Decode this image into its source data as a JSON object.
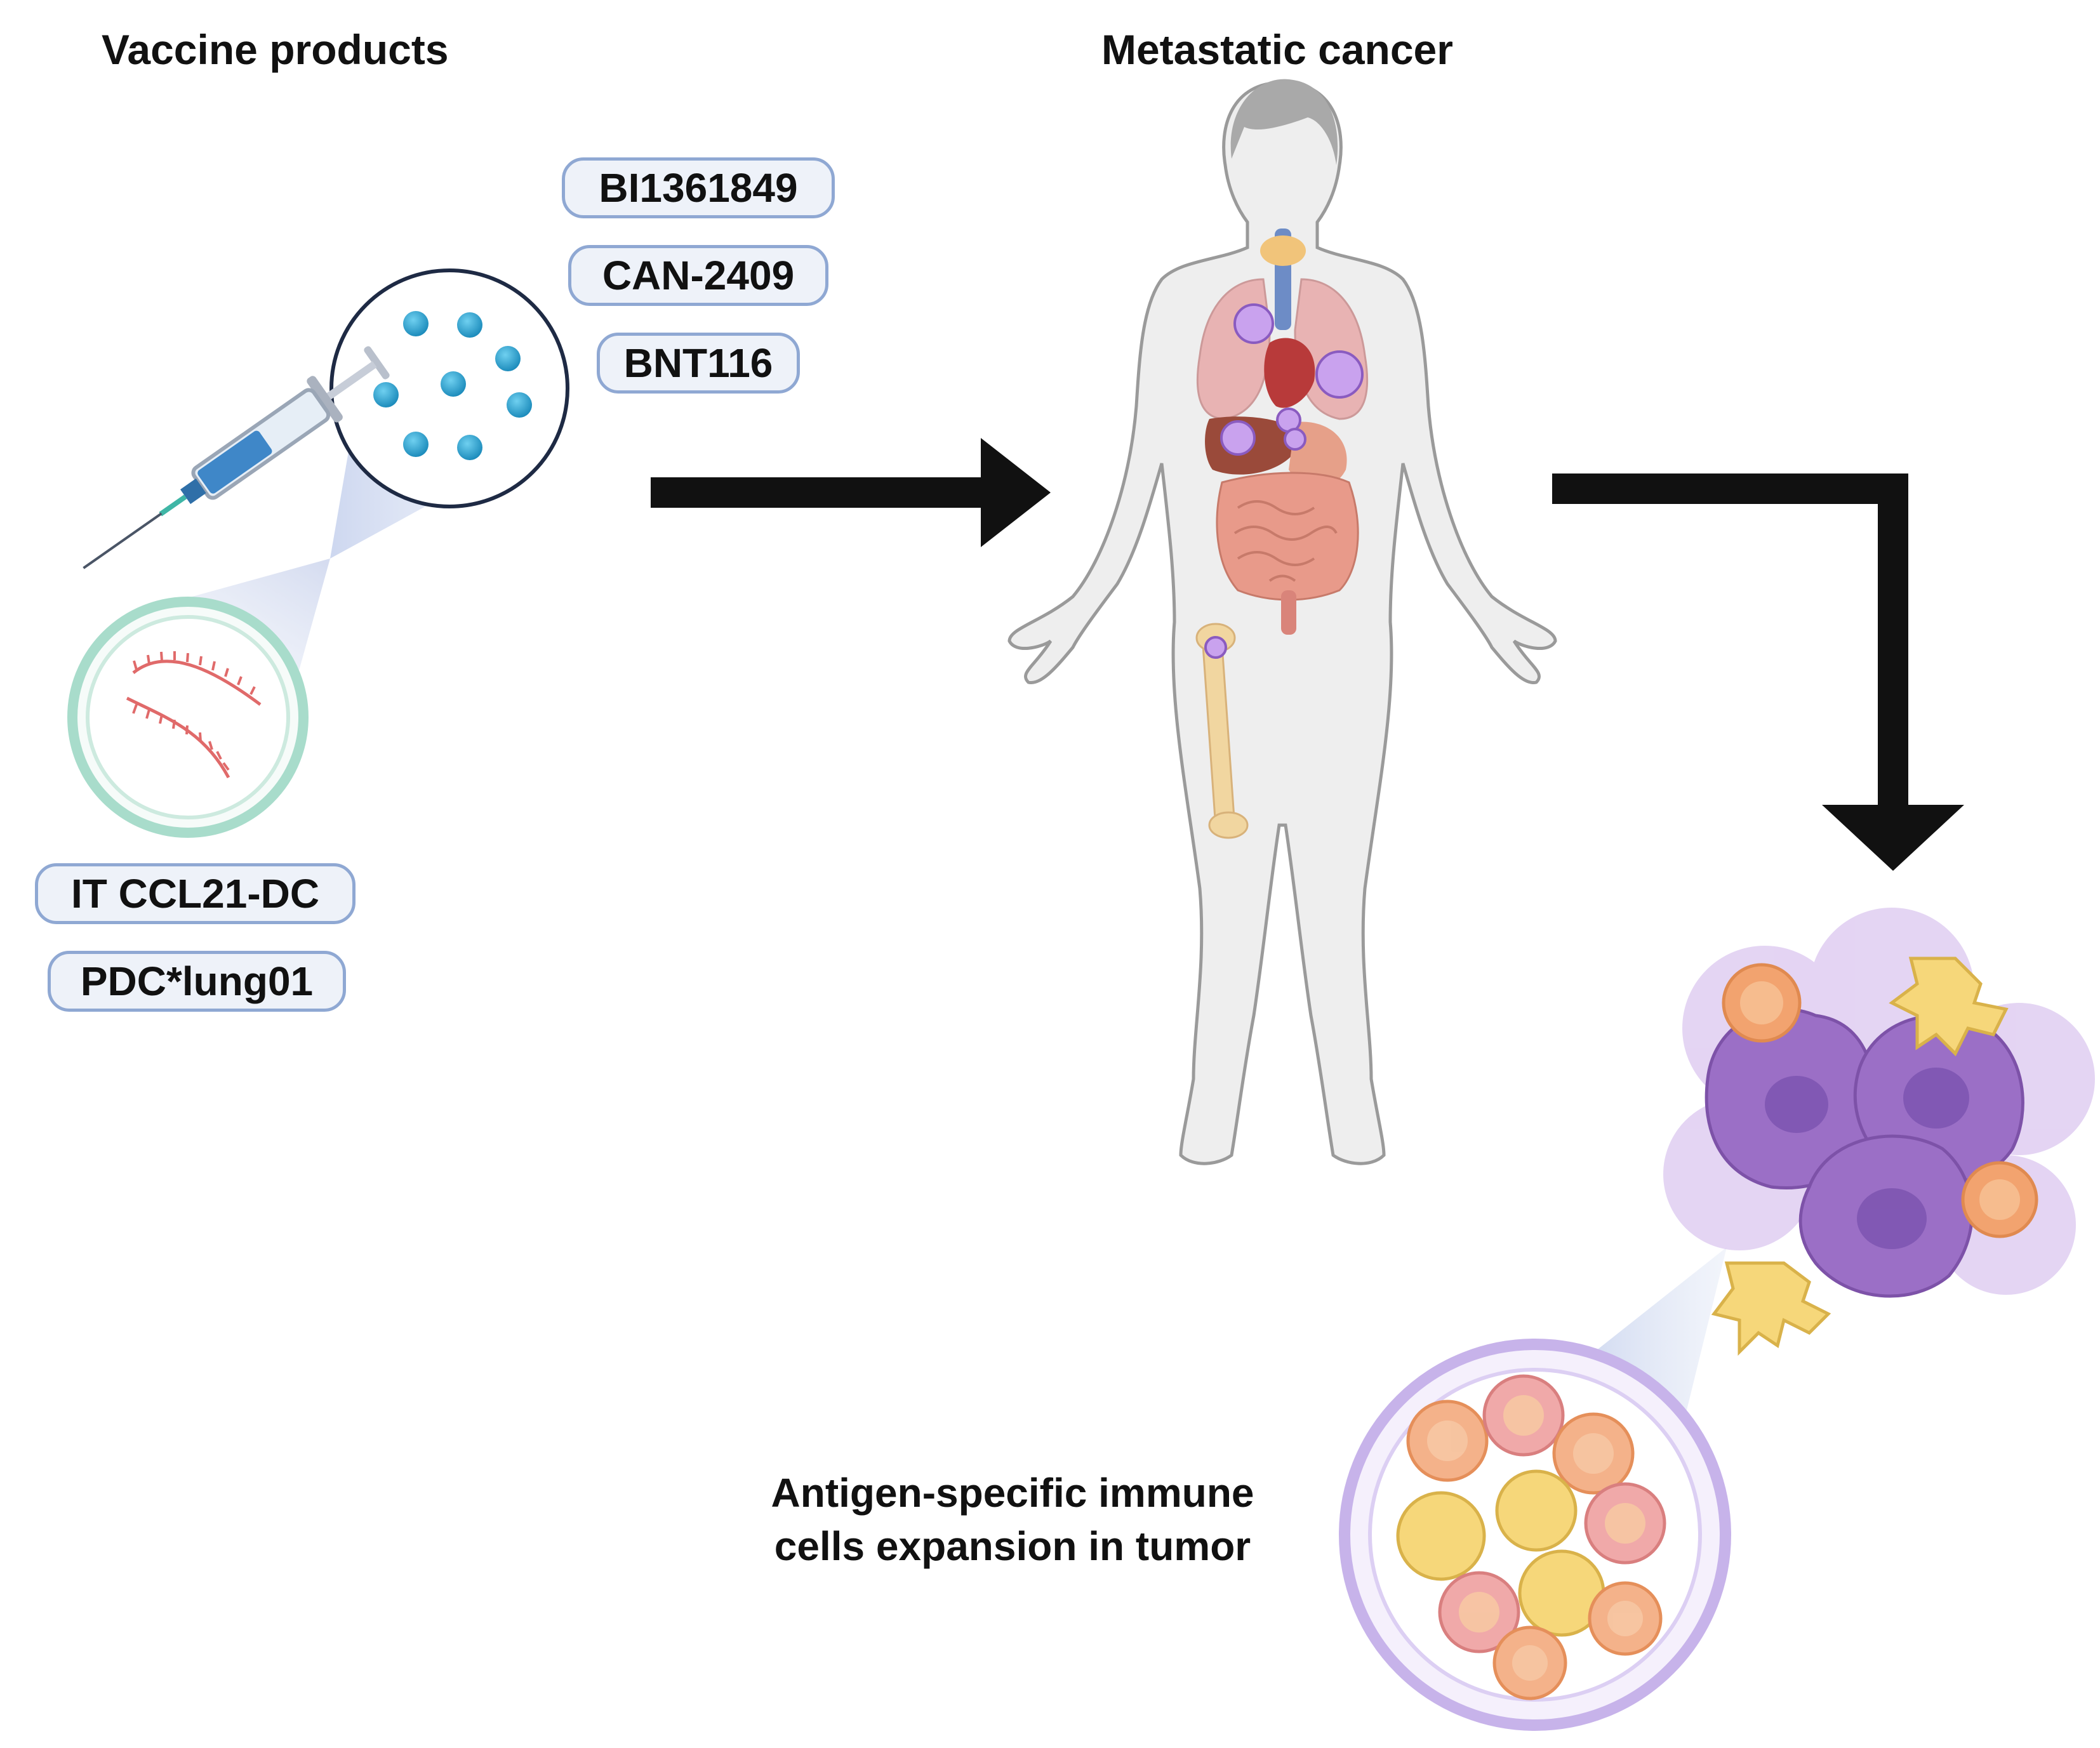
{
  "headings": {
    "vaccine_products": "Vaccine products",
    "metastatic_cancer": "Metastatic cancer"
  },
  "top_products": [
    "BI1361849",
    "CAN-2409",
    "BNT116"
  ],
  "bottom_products": [
    "IT CCL21-DC",
    "PDC*lung01"
  ],
  "outcome": {
    "line1": "Antigen-specific immune",
    "line2": "cells expansion in tumor"
  },
  "colors": {
    "arrow": "#111111",
    "pill_border": "#8fa8d3",
    "pill_fill": "#eef2f9",
    "nanoparticle": "#2a9fd0",
    "rna_strand": "#e06a6a",
    "rna_ring": "#a8dccb",
    "tumor_cell": "#9b6fc6",
    "dendritic_cell": "#f6d77a",
    "t_cell": "#f2a36f",
    "zoom_ring": "#c7b3ea"
  },
  "icons": {
    "syringe": "syringe-icon",
    "nanoparticles": "nanoparticle-icon",
    "mrna": "mrna-strand-icon",
    "body": "human-body-icon",
    "tumor": "tumor-cluster-icon",
    "immune_cells": "immune-cells-icon"
  }
}
